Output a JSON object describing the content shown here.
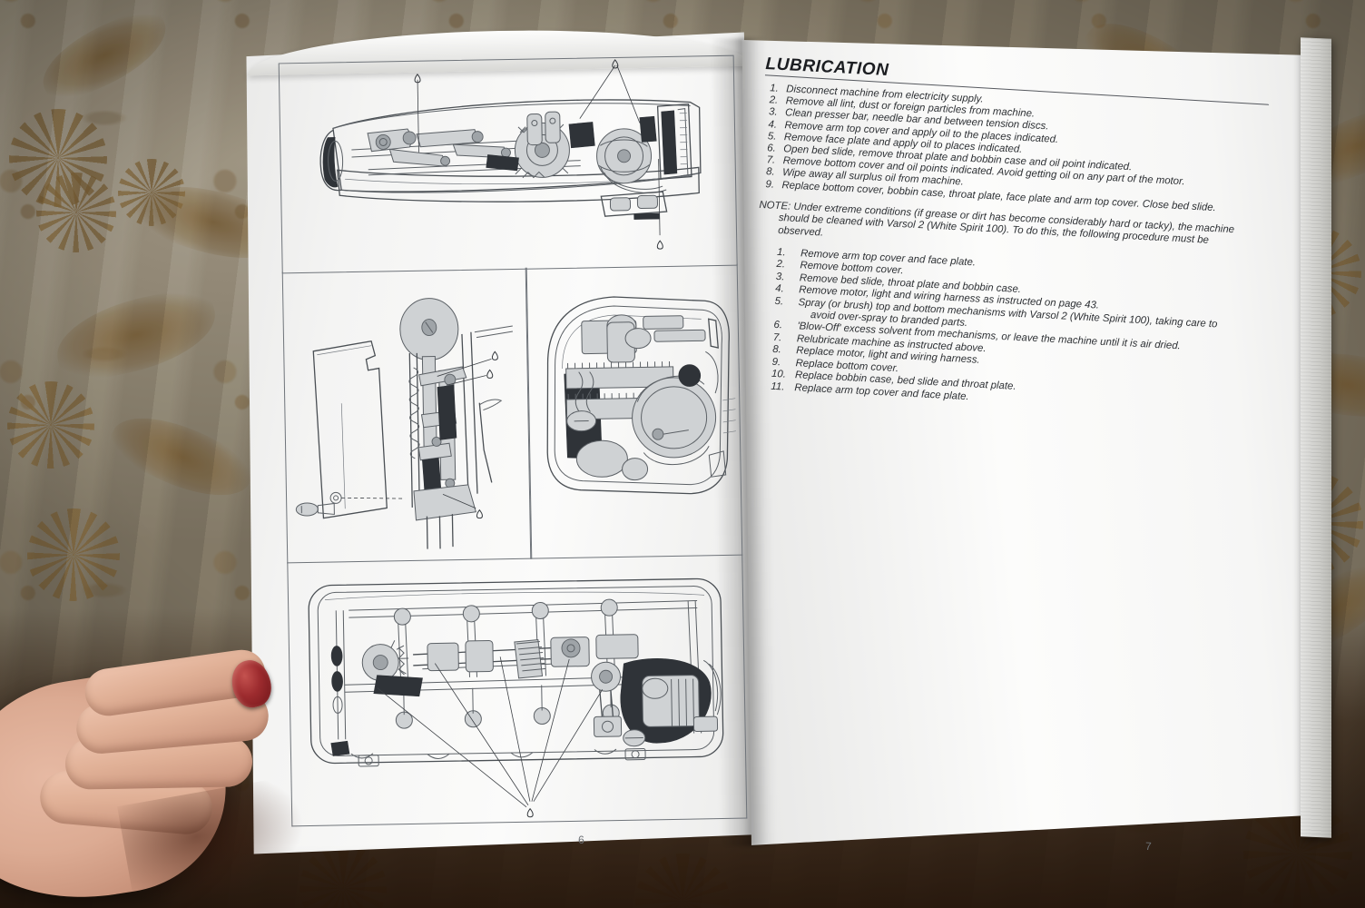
{
  "scene": {
    "description": "photo-of-open-manual-held-in-hand",
    "background_color": "#8b8274",
    "fabric_dark_color": "#3a2a1c",
    "page_color": "#f4f4f3",
    "ink_color": "#2d3034",
    "nail_color": "#9c2b2e"
  },
  "left_page": {
    "page_number": "6",
    "panels": [
      {
        "name": "arm-top-cover-removed-view",
        "caption": ""
      },
      {
        "name": "face-plate-and-needle-bar-view",
        "caption": ""
      },
      {
        "name": "bobbin-case-and-throat-plate-view",
        "caption": ""
      },
      {
        "name": "bottom-cover-removed-view",
        "caption": ""
      }
    ]
  },
  "right_page": {
    "page_number": "7",
    "heading": "LUBRICATION",
    "steps": [
      {
        "num": "1.",
        "text": "Disconnect machine from electricity supply."
      },
      {
        "num": "2.",
        "text": "Remove all lint, dust or foreign particles from machine."
      },
      {
        "num": "3.",
        "text": "Clean presser bar, needle bar and between tension discs."
      },
      {
        "num": "4.",
        "text": "Remove arm top cover and apply oil to the places indicated."
      },
      {
        "num": "5.",
        "text": "Remove face plate and apply oil to places indicated."
      },
      {
        "num": "6.",
        "text": "Open bed slide, remove throat plate and bobbin case and oil point indicated."
      },
      {
        "num": "7.",
        "text": "Remove bottom cover and oil points indicated. Avoid getting oil on any part of the motor."
      },
      {
        "num": "8.",
        "text": "Wipe away all surplus oil from machine."
      },
      {
        "num": "9.",
        "text": "Replace bottom cover, bobbin case, throat plate, face plate and arm top cover. Close bed slide."
      }
    ],
    "note": {
      "label": "NOTE:",
      "line1": "Under extreme conditions (if grease or dirt has become considerably hard or tacky), the machine",
      "line2": "should be cleaned with Varsol 2 (White Spirit 100). To do this, the following procedure must be",
      "line3": "observed."
    },
    "procedure": [
      {
        "num": "1.",
        "text": "Remove arm top cover and face plate.",
        "cont": ""
      },
      {
        "num": "2.",
        "text": "Remove bottom cover.",
        "cont": ""
      },
      {
        "num": "3.",
        "text": "Remove bed slide, throat plate and bobbin case.",
        "cont": ""
      },
      {
        "num": "4.",
        "text": "Remove motor, light and wiring harness as instructed on page 43.",
        "cont": ""
      },
      {
        "num": "5.",
        "text": "Spray (or brush) top and bottom mechanisms with Varsol 2 (White Spirit 100), taking care to",
        "cont": "avoid over-spray to branded parts."
      },
      {
        "num": "6.",
        "text": "'Blow-Off' excess solvent from mechanisms, or leave the machine until it is air dried.",
        "cont": ""
      },
      {
        "num": "7.",
        "text": "Relubricate machine as instructed above.",
        "cont": ""
      },
      {
        "num": "8.",
        "text": "Replace motor, light and wiring harness.",
        "cont": ""
      },
      {
        "num": "9.",
        "text": "Replace bottom cover.",
        "cont": ""
      },
      {
        "num": "10.",
        "text": "Replace bobbin case, bed slide and throat plate.",
        "cont": ""
      },
      {
        "num": "11.",
        "text": "Replace arm top cover and face plate.",
        "cont": ""
      }
    ]
  }
}
